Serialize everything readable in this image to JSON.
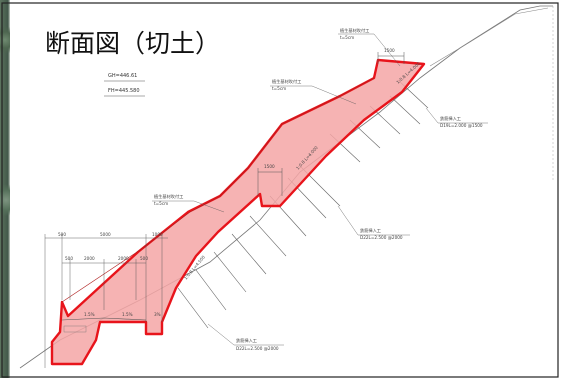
{
  "title": "断面図（切土）",
  "elevations": {
    "gh": "GH=446.61",
    "fh": "FH=445.580"
  },
  "annotations": {
    "top_label": "植生基材吹付工",
    "top_sub": "t=5cm",
    "top_berm": "1500",
    "upper_label": "植生基材吹付工",
    "upper_sub": "t=5cm",
    "mid_berm": "1500",
    "mid_label": "植生基材吹付工",
    "mid_sub": "t=5cm",
    "right_top_label": "鉄筋挿入工",
    "right_top_sub": "D19L=2.000 @1500",
    "right_mid_label": "鉄筋挿入工",
    "right_mid_sub": "D22L=2.500 @2000",
    "bottom_label": "鉄筋挿入工",
    "bottom_sub": "D22L=2.500 @2000",
    "upper_slope": "1:0.8 L=4.000",
    "mid_slope": "1:0.8 L=4.000",
    "lower_slope": "1:0.8 L=4.500"
  },
  "dimensions": {
    "d500a": "500",
    "d5000": "5000",
    "d1000": "1000",
    "d500b": "500",
    "d2000a": "2000",
    "d2000b": "2000",
    "d500c": "500",
    "g1": "1.5%",
    "g2": "1.5%",
    "g3": "3%"
  },
  "colors": {
    "cut_fill": "#f4a6a6",
    "cut_stroke": "#e8141b",
    "line": "#555555"
  }
}
